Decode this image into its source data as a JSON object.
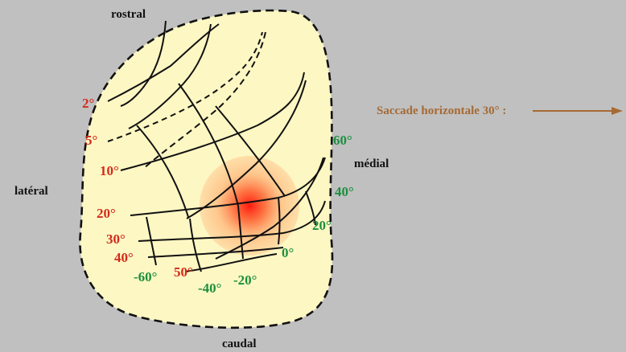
{
  "orientation": {
    "rostral": "rostral",
    "caudal": "caudal",
    "lateral": "latéral",
    "medial": "médial"
  },
  "amplitude_labels": [
    "2°",
    "5°",
    "10°",
    "20°",
    "30°",
    "40°",
    "50°"
  ],
  "direction_labels": [
    "60°",
    "40°",
    "20°",
    "0°",
    "-20°",
    "-40°",
    "-60°"
  ],
  "saccade": {
    "label": "Saccade horizontale 30° :"
  },
  "colors": {
    "background": "#c0c0c0",
    "colliculus_fill": "#fdf7c3",
    "amplitude_text": "#d42a1c",
    "direction_text": "#1c8f3e",
    "arrow": "#a66a34",
    "activity_center": "#ff2a1a"
  }
}
